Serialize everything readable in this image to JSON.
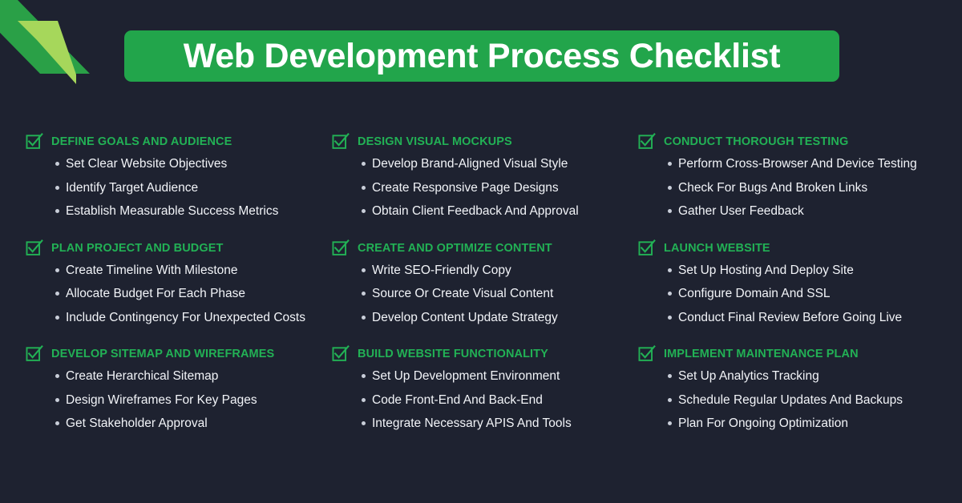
{
  "header": {
    "title": "Web Development Process Checklist",
    "title_bar_color": "#22a54b",
    "title_text_color": "#ffffff"
  },
  "theme": {
    "background": "#1e2230",
    "accent_green": "#22b155",
    "ribbon_dark_green": "#2aa047",
    "ribbon_light_green": "#a6d75b",
    "item_text": "#f2f4f8",
    "bullet": "#c9ced9"
  },
  "decoration": {
    "name": "corner-ribbons",
    "stripes": [
      {
        "color": "#2aa047"
      },
      {
        "color": "#a6d75b"
      }
    ]
  },
  "columns": [
    {
      "sections": [
        {
          "icon": "checkbox-checked-icon",
          "title": "DEFINE GOALS AND AUDIENCE",
          "items": [
            "Set Clear Website Objectives",
            "Identify Target Audience",
            "Establish Measurable Success Metrics"
          ]
        },
        {
          "icon": "checkbox-checked-icon",
          "title": "PLAN PROJECT AND BUDGET",
          "items": [
            "Create Timeline With Milestone",
            "Allocate Budget For Each Phase",
            "Include Contingency For Unexpected Costs"
          ]
        },
        {
          "icon": "checkbox-checked-icon",
          "title": "DEVELOP SITEMAP AND WIREFRAMES",
          "items": [
            "Create Herarchical Sitemap",
            "Design Wireframes For Key Pages",
            "Get Stakeholder Approval"
          ]
        }
      ]
    },
    {
      "sections": [
        {
          "icon": "checkbox-checked-icon",
          "title": "DESIGN VISUAL MOCKUPS",
          "items": [
            "Develop Brand-Aligned Visual Style",
            "Create Responsive Page Designs",
            "Obtain Client Feedback And Approval"
          ]
        },
        {
          "icon": "checkbox-checked-icon",
          "title": "CREATE AND OPTIMIZE CONTENT",
          "items": [
            "Write SEO-Friendly Copy",
            "Source Or Create Visual Content",
            "Develop Content Update Strategy"
          ]
        },
        {
          "icon": "checkbox-checked-icon",
          "title": "BUILD WEBSITE FUNCTIONALITY",
          "items": [
            "Set Up Development Environment",
            "Code Front-End And Back-End",
            "Integrate Necessary APIS And Tools"
          ]
        }
      ]
    },
    {
      "sections": [
        {
          "icon": "checkbox-checked-icon",
          "title": "CONDUCT THOROUGH TESTING",
          "items": [
            "Perform Cross-Browser And Device Testing",
            "Check For Bugs And Broken Links",
            "Gather User Feedback"
          ]
        },
        {
          "icon": "checkbox-checked-icon",
          "title": "LAUNCH WEBSITE",
          "items": [
            "Set Up Hosting And Deploy Site",
            "Configure Domain And SSL",
            "Conduct Final Review Before Going Live"
          ]
        },
        {
          "icon": "checkbox-checked-icon",
          "title": "IMPLEMENT MAINTENANCE PLAN",
          "items": [
            "Set Up Analytics Tracking",
            "Schedule Regular Updates And Backups",
            "Plan For Ongoing Optimization"
          ]
        }
      ]
    }
  ]
}
